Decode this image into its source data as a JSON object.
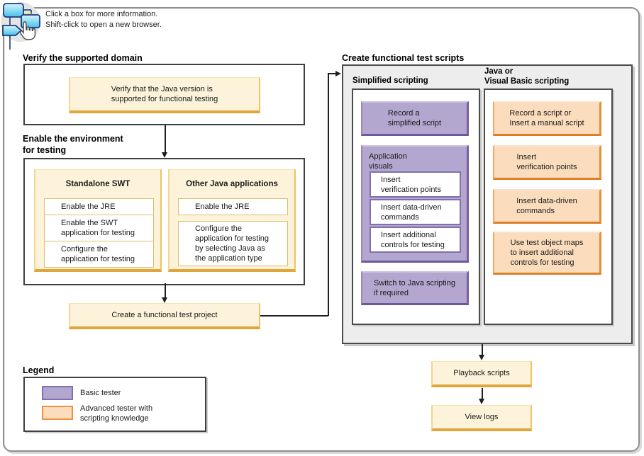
{
  "intro": {
    "text": "Click a box for more information.\nShift-click to open a new browser."
  },
  "verify": {
    "heading": "Verify the supported domain",
    "step": "Verify that the Java version is\nsupported for functional testing"
  },
  "enable": {
    "heading": "Enable the environment\nfor testing",
    "swt": {
      "title": "Standalone SWT",
      "steps": [
        "Enable the JRE",
        "Enable the SWT\napplication for testing",
        "Configure the\napplication for testing"
      ]
    },
    "other": {
      "title": "Other Java applications",
      "steps": [
        "Enable the JRE",
        "Configure the\napplication for testing\nby selecting Java as\nthe application type"
      ]
    }
  },
  "create_project": {
    "label": "Create a functional test project"
  },
  "scripts": {
    "heading": "Create functional test scripts",
    "simplified": {
      "title": "Simplified scripting",
      "record": "Record a\nsimplified script",
      "visuals_title": "Application\nvisuals",
      "visuals": [
        "Insert\nverification points",
        "Insert data-driven\ncommands",
        "Insert additional\ncontrols for testing"
      ],
      "switch": "Switch to Java scripting\nif required"
    },
    "java_vb": {
      "title": "Java or\nVisual Basic scripting",
      "steps": [
        "Record a script or\nInsert a manual script",
        "Insert\nverification points",
        "Insert data-driven\ncommands",
        "Use test object maps\nto insert additional\ncontrols for testing"
      ]
    }
  },
  "playback": {
    "label": "Playback scripts"
  },
  "view_logs": {
    "label": "View logs"
  },
  "legend": {
    "heading": "Legend",
    "items": [
      {
        "swatch": "basic",
        "label": "Basic tester"
      },
      {
        "swatch": "advanced",
        "label": "Advanced tester with\nscripting knowledge"
      }
    ]
  },
  "colors": {
    "basic_tester": "#b3a6cf",
    "advanced_tester": "#fbddbe",
    "task_step": "#fcf3da",
    "panel_gray": "#ededed"
  },
  "icons": {
    "top_left": "flowchart-hand-cursor-icon"
  }
}
